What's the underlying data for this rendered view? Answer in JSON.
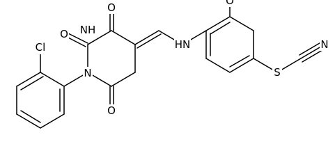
{
  "structure": {
    "atoms": [
      {
        "id": "cl",
        "label": "Cl"
      },
      {
        "id": "n_ring",
        "label": "N"
      },
      {
        "id": "nh_ring",
        "label": "NH"
      },
      {
        "id": "o_top",
        "label": "O"
      },
      {
        "id": "o_left",
        "label": "O"
      },
      {
        "id": "o_bot",
        "label": "O"
      },
      {
        "id": "nh_link",
        "label": "HN"
      },
      {
        "id": "o_me",
        "label": "O"
      },
      {
        "id": "s",
        "label": "S"
      },
      {
        "id": "n_cn",
        "label": "N"
      }
    ]
  }
}
